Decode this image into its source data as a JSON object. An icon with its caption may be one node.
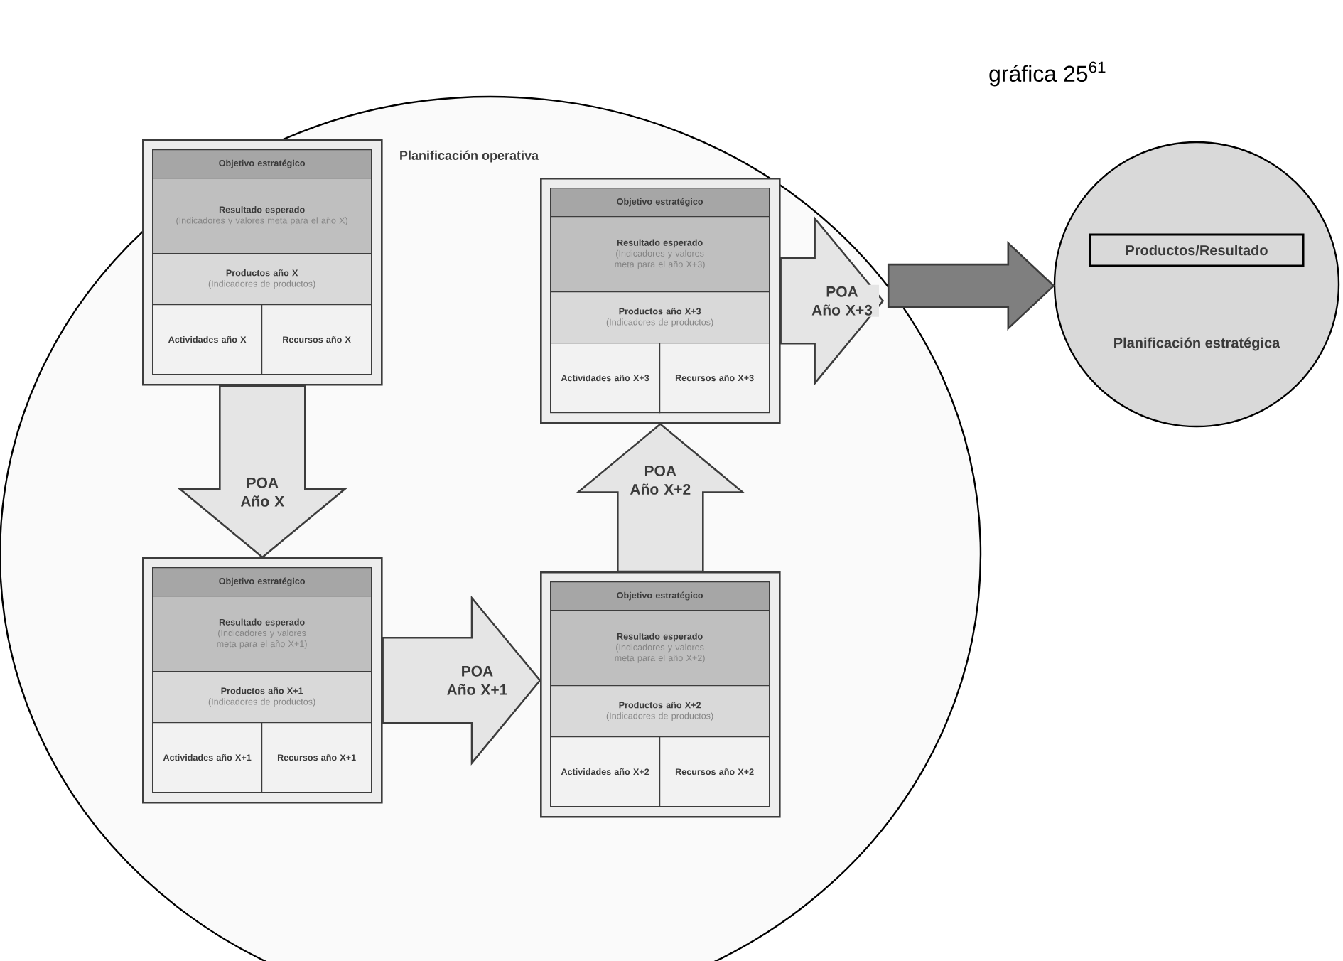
{
  "diagram": {
    "title": "gráfica 25$^{61}$",
    "nodes": [
      {
        "text": [
          "Planificación operativa"
        ]
      },
      {
        "text": [],
        "shape": "box",
        "in": 0
      },
      {
        "text": [
          "Objetivo estratégico"
        ],
        "in": 1
      },
      {
        "text": [
          "Resultado esperado",
          "(Indicadores y valores meta para el año X)"
        ],
        "in": 1
      },
      {
        "text": [
          "Productos año X",
          "(Indicadores de productos)"
        ],
        "in": 1
      },
      {
        "text": [
          "Actividades año X"
        ],
        "in": 1
      },
      {
        "text": [
          "Recursos año X"
        ],
        "in": 1
      },
      {
        "text": [],
        "shape": "box",
        "in": 0
      },
      {
        "text": [
          "Objetivo estratégico"
        ],
        "in": 7
      },
      {
        "text": [
          "Resultado esperado",
          "(Indicadores y valores meta para el año X+1)"
        ],
        "in": 7
      },
      {
        "text": [
          "Productos año X+1",
          "(Indicadores de productos)"
        ],
        "in": 7
      },
      {
        "text": [
          "Actividades año X+1"
        ],
        "in": 7
      },
      {
        "text": [
          "Recursos año X+1"
        ],
        "in": 7
      },
      {
        "text": [],
        "shape": "box",
        "in": 0
      },
      {
        "text": [
          "Objetivo estratégico"
        ],
        "in": 13
      },
      {
        "text": [
          "Resultado esperado",
          "(Indicadores y valores meta para el año X+2)"
        ],
        "in": 13
      },
      {
        "text": [
          "Productos año X+2",
          "(Indicadores de productos)"
        ],
        "in": 13
      },
      {
        "text": [
          "Actividades año X+2"
        ],
        "in": 13
      },
      {
        "text": [
          "Recursos año X+2"
        ],
        "in": 13
      },
      {
        "text": [],
        "shape": "box",
        "in": 0
      },
      {
        "text": [
          "Objetivo estratégico"
        ],
        "in": 19
      },
      {
        "text": [
          "Resultado esperado",
          "(Indicadores y valores meta para el año X+3)"
        ],
        "in": 19
      },
      {
        "text": [
          "Productos año X+3",
          "(Indicadores de productos)"
        ],
        "in": 19
      },
      {
        "text": [
          "Actividades año X+3"
        ],
        "in": 19
      },
      {
        "text": [
          "Recursos año X+3"
        ],
        "in": 19
      },
      {
        "text": [
          "Planificación estratégica"
        ]
      },
      {
        "text": [
          "Productos/Resultado"
        ],
        "in": 25
      }
    ],
    "edges": [
      {
        "from": 1,
        "to": 7,
        "arrow": "to",
        "label": "POA Año X"
      },
      {
        "from": 7,
        "to": 13,
        "arrow": "to",
        "label": "POA Año X+1"
      },
      {
        "from": 13,
        "to": 19,
        "arrow": "to",
        "label": "POA Año X+2"
      },
      {
        "from": 19,
        "to": null,
        "arrow": "to",
        "label": "POA Año X+3"
      },
      {
        "from": 0,
        "to": 25,
        "arrow": "to",
        "color": "#7f7f7f"
      }
    ]
  }
}
